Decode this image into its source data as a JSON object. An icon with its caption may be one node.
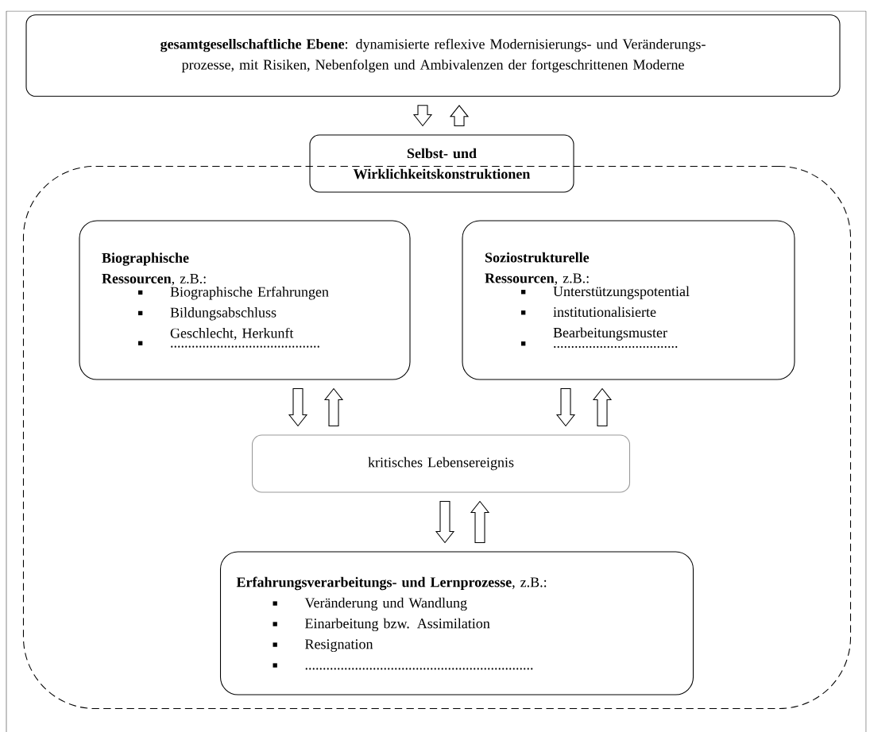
{
  "diagram": {
    "nodes": [
      {
        "text": [
          "**gesamtgesellschaftliche Ebene**: dynamisierte reflexive Modernisierungs- und Veränderungs-prozesse, mit Risiken, Nebenfolgen und Ambivalenzen der fortgeschrittenen Moderne"
        ]
      },
      {
        "text": [
          "Selbst- und Wirklichkeitskonstruktionen"
        ]
      },
      {
        "text": [],
        "shape": "box"
      },
      {
        "text": [
          "**Biographische Ressourcen**, z.B.:",
          "Biographische Erfahrungen",
          "Bildungsabschluss Geschlecht, Herkunft",
          ".........................................."
        ],
        "in": 2
      },
      {
        "text": [
          "**Soziostrukturelle Ressourcen**, z.B.:",
          "Unterstützungspotential",
          "institutionalisierte Bearbeitungsmuster",
          "..................................."
        ],
        "in": 2
      },
      {
        "text": [
          "kritisches Lebensereignis"
        ],
        "in": 2
      },
      {
        "text": [
          "**Erfahrungsverarbeitungs- und Lernprozesse**, z.B.:",
          "Veränderung und Wandlung",
          "Einarbeitung bzw. Assimilation",
          "Resignation",
          "................................................................"
        ],
        "in": 2
      }
    ],
    "edges": [
      {
        "from": 0,
        "to": 1,
        "arrow": "to"
      },
      {
        "from": 1,
        "to": 0,
        "arrow": "to"
      },
      {
        "from": 3,
        "to": 5,
        "arrow": "to"
      },
      {
        "from": 5,
        "to": 3,
        "arrow": "to"
      },
      {
        "from": 4,
        "to": 5,
        "arrow": "to"
      },
      {
        "from": 5,
        "to": 4,
        "arrow": "to"
      },
      {
        "from": 5,
        "to": 6,
        "arrow": "to"
      },
      {
        "from": 6,
        "to": 5,
        "arrow": "to"
      }
    ]
  }
}
